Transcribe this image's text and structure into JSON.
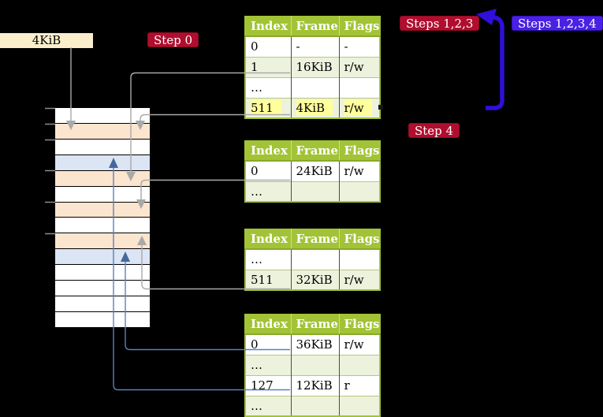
{
  "labels": {
    "frame_size_box": "4KiB"
  },
  "badges": {
    "step0": "Step 0",
    "steps123": "Steps 1,2,3",
    "steps1234": "Steps 1,2,3,4",
    "step4": "Step 4"
  },
  "page_tables": [
    {
      "name": "page-table-at-4KiB",
      "columns": [
        "Index",
        "Frame",
        "Flags"
      ],
      "rows": [
        [
          "0",
          "-",
          "-"
        ],
        [
          "1",
          "16KiB",
          "r/w"
        ],
        [
          "…",
          "",
          ""
        ],
        [
          "511",
          "4KiB",
          "r/w"
        ]
      ],
      "highlighted_row_index": 3
    },
    {
      "name": "page-table-at-16KiB",
      "columns": [
        "Index",
        "Frame",
        "Flags"
      ],
      "rows": [
        [
          "0",
          "24KiB",
          "r/w"
        ],
        [
          "…",
          "",
          ""
        ]
      ]
    },
    {
      "name": "page-table-at-24KiB",
      "columns": [
        "Index",
        "Frame",
        "Flags"
      ],
      "rows": [
        [
          "…",
          "",
          ""
        ],
        [
          "511",
          "32KiB",
          "r/w"
        ]
      ]
    },
    {
      "name": "page-table-at-32KiB",
      "columns": [
        "Index",
        "Frame",
        "Flags"
      ],
      "rows": [
        [
          "0",
          "36KiB",
          "r/w"
        ],
        [
          "…",
          "",
          ""
        ],
        [
          "127",
          "12KiB",
          "r"
        ],
        [
          "…",
          "",
          ""
        ]
      ]
    }
  ],
  "memory": {
    "row_count": 14,
    "row_types_top_to_bottom": [
      "free",
      "page-table",
      "free",
      "mapped-frame",
      "page-table",
      "free",
      "page-table",
      "free",
      "page-table",
      "mapped-frame",
      "free",
      "free",
      "free",
      "free"
    ],
    "tick_y_positions": [
      137,
      157,
      177,
      216,
      256,
      296
    ]
  },
  "connectors": [
    {
      "name": "arrow-4kib-box-to-frame",
      "color": "gray"
    },
    {
      "name": "table1-entry-1-to-16kib-frame",
      "color": "gray"
    },
    {
      "name": "table1-entry-511-to-4kib-frame",
      "color": "gray"
    },
    {
      "name": "table2-entry-0-to-24kib-frame",
      "color": "gray"
    },
    {
      "name": "table3-entry-511-to-32kib-frame",
      "color": "gray"
    },
    {
      "name": "table4-entry-0-to-36kib-frame",
      "color": "blue"
    },
    {
      "name": "table4-entry-127-to-12kib-frame",
      "color": "blue"
    },
    {
      "name": "recursive-loop-arrow",
      "color": "deep-blue"
    }
  ],
  "colors": {
    "background": "#000000",
    "table_header_green": "#a2c336",
    "table_row_light_green": "#edf2dd",
    "highlight_yellow": "#ffff9c",
    "frame_peach": "#fbe5ce",
    "frame_blue": "#dbe5f4",
    "cream_box": "#fbeecb",
    "badge_red": "#b00e2e",
    "badge_purple": "#4a21e3",
    "thick_arrow_blue": "#2e10d9",
    "thin_connector_blue": "#5b80bd",
    "thin_connector_gray": "#a9a9a9"
  }
}
